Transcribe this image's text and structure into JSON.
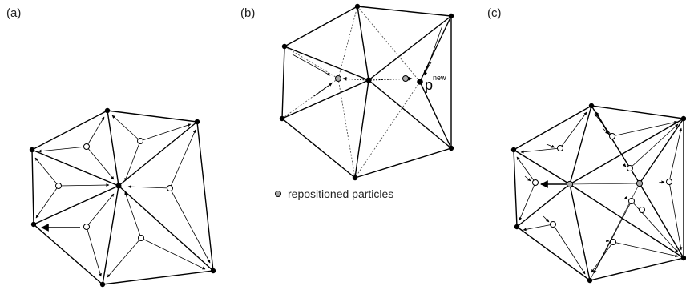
{
  "panels": [
    {
      "id": "a",
      "label": "(a)"
    },
    {
      "id": "b",
      "label": "(b)"
    },
    {
      "id": "c",
      "label": "(c)"
    }
  ],
  "annotations": {
    "p_new_base": "p",
    "p_new_superscript": "new"
  },
  "legend": {
    "text": "repositioned particles"
  }
}
